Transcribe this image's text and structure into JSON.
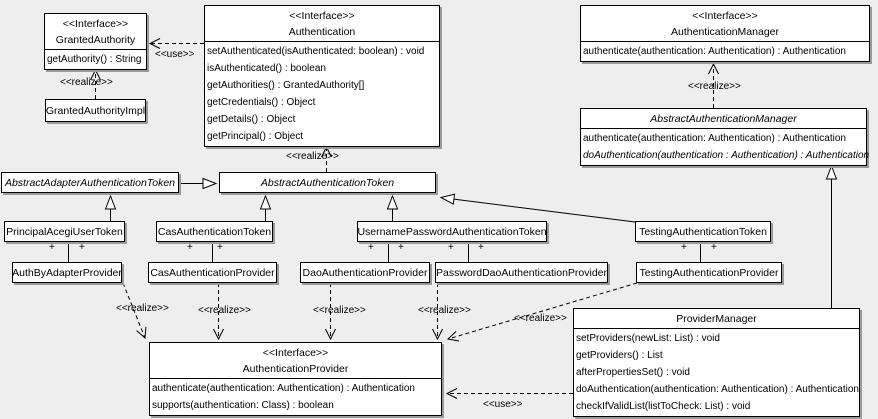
{
  "classes": {
    "granted_authority": {
      "stereotype": "<<Interface>>",
      "name": "GrantedAuthority",
      "methods": [
        "getAuthority() : String"
      ]
    },
    "granted_authority_impl": {
      "name": "GrantedAuthorityImpl"
    },
    "authentication": {
      "stereotype": "<<Interface>>",
      "name": "Authentication",
      "methods": [
        "setAuthenticated(isAuthenticated: boolean) : void",
        "isAuthenticated() : boolean",
        "getAuthorities() : GrantedAuthority[]",
        "getCredentials() : Object",
        "getDetails() : Object",
        "getPrincipal() : Object"
      ]
    },
    "authentication_manager": {
      "stereotype": "<<Interface>>",
      "name": "AuthenticationManager",
      "methods": [
        "authenticate(authentication: Authentication) : Authentication"
      ]
    },
    "abstract_authentication_manager": {
      "name": "AbstractAuthenticationManager",
      "methods": [
        "authenticate(authentication: Authentication) : Authentication",
        "doAuthentication(authentication : Authentication) : Authentication"
      ]
    },
    "abstract_adapter_authentication_token": {
      "name": "AbstractAdapterAuthenticationToken"
    },
    "abstract_authentication_token": {
      "name": "AbstractAuthenticationToken"
    },
    "principal_acegi_user_token": {
      "name": "PrincipalAcegiUserToken"
    },
    "cas_authentication_token": {
      "name": "CasAuthenticationToken"
    },
    "username_password_authentication_token": {
      "name": "UsernamePasswordAuthenticationToken"
    },
    "testing_authentication_token": {
      "name": "TestingAuthenticationToken"
    },
    "auth_by_adapter_provider": {
      "name": "AuthByAdapterProvider"
    },
    "cas_authentication_provider": {
      "name": "CasAuthenticationProvider"
    },
    "dao_authentication_provider": {
      "name": "DaoAuthenticationProvider"
    },
    "password_dao_authentication_provider": {
      "name": "PasswordDaoAuthenticationProvider"
    },
    "testing_authentication_provider": {
      "name": "TestingAuthenticationProvider"
    },
    "authentication_provider": {
      "stereotype": "<<Interface>>",
      "name": "AuthenticationProvider",
      "methods": [
        "authenticate(authentication: Authentication) : Authentication",
        "supports(authentication: Class) : boolean"
      ]
    },
    "provider_manager": {
      "name": "ProviderManager",
      "methods": [
        "setProviders(newList: List) : void",
        "getProviders() : List",
        "afterPropertiesSet() : void",
        "doAuthentication(authentication: Authentication) : Authentication",
        "checkIfValidList(listToCheck: List) : void"
      ]
    }
  },
  "edge_labels": {
    "use_granted_authority": "<<use>>",
    "realize_granted_authority_impl": "<<realize>>",
    "realize_abstract_authentication_token": "<<realize>>",
    "realize_abstract_authentication_manager": "<<realize>>",
    "realize_auth_by_adapter_provider": "<<realize>>",
    "realize_cas_authentication_provider": "<<realize>>",
    "realize_dao_authentication_provider": "<<realize>>",
    "realize_password_dao_authentication_provider": "<<realize>>",
    "realize_testing_authentication_provider": "<<realize>>",
    "use_provider_manager": "<<use>>"
  },
  "association_end": "+"
}
